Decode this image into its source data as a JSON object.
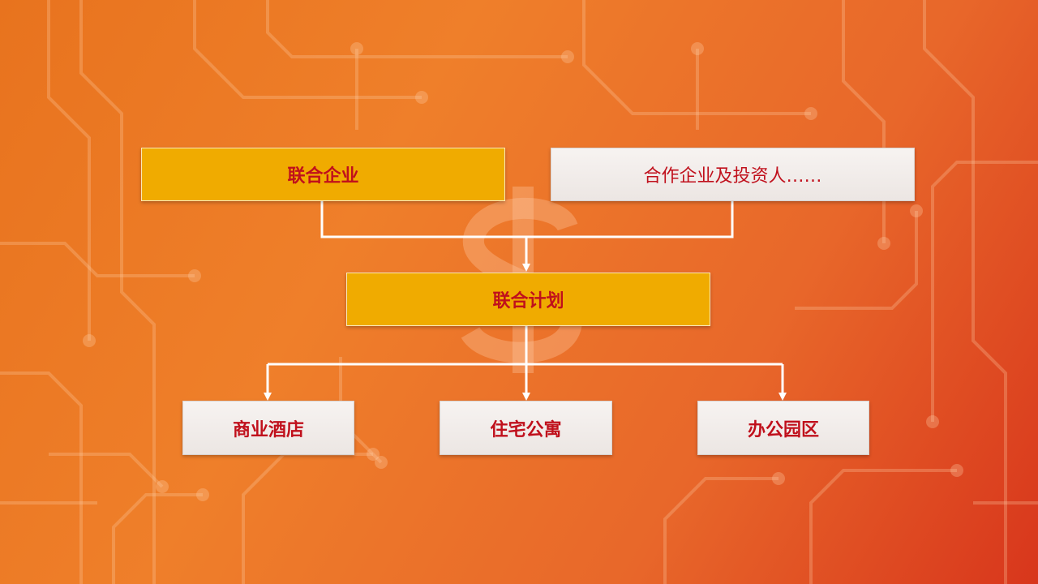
{
  "diagram": {
    "top_left": "联合企业",
    "top_right": "合作企业及投资人……",
    "middle": "联合计划",
    "bottom": [
      "商业酒店",
      "住宅公寓",
      "办公园区"
    ]
  },
  "colors": {
    "gold": "#f0ab00",
    "text_red": "#c0101c",
    "line": "#ffffff",
    "background_start": "#e8731e",
    "background_end": "#d8361c"
  },
  "background_icon": "dollar-sign-icon"
}
